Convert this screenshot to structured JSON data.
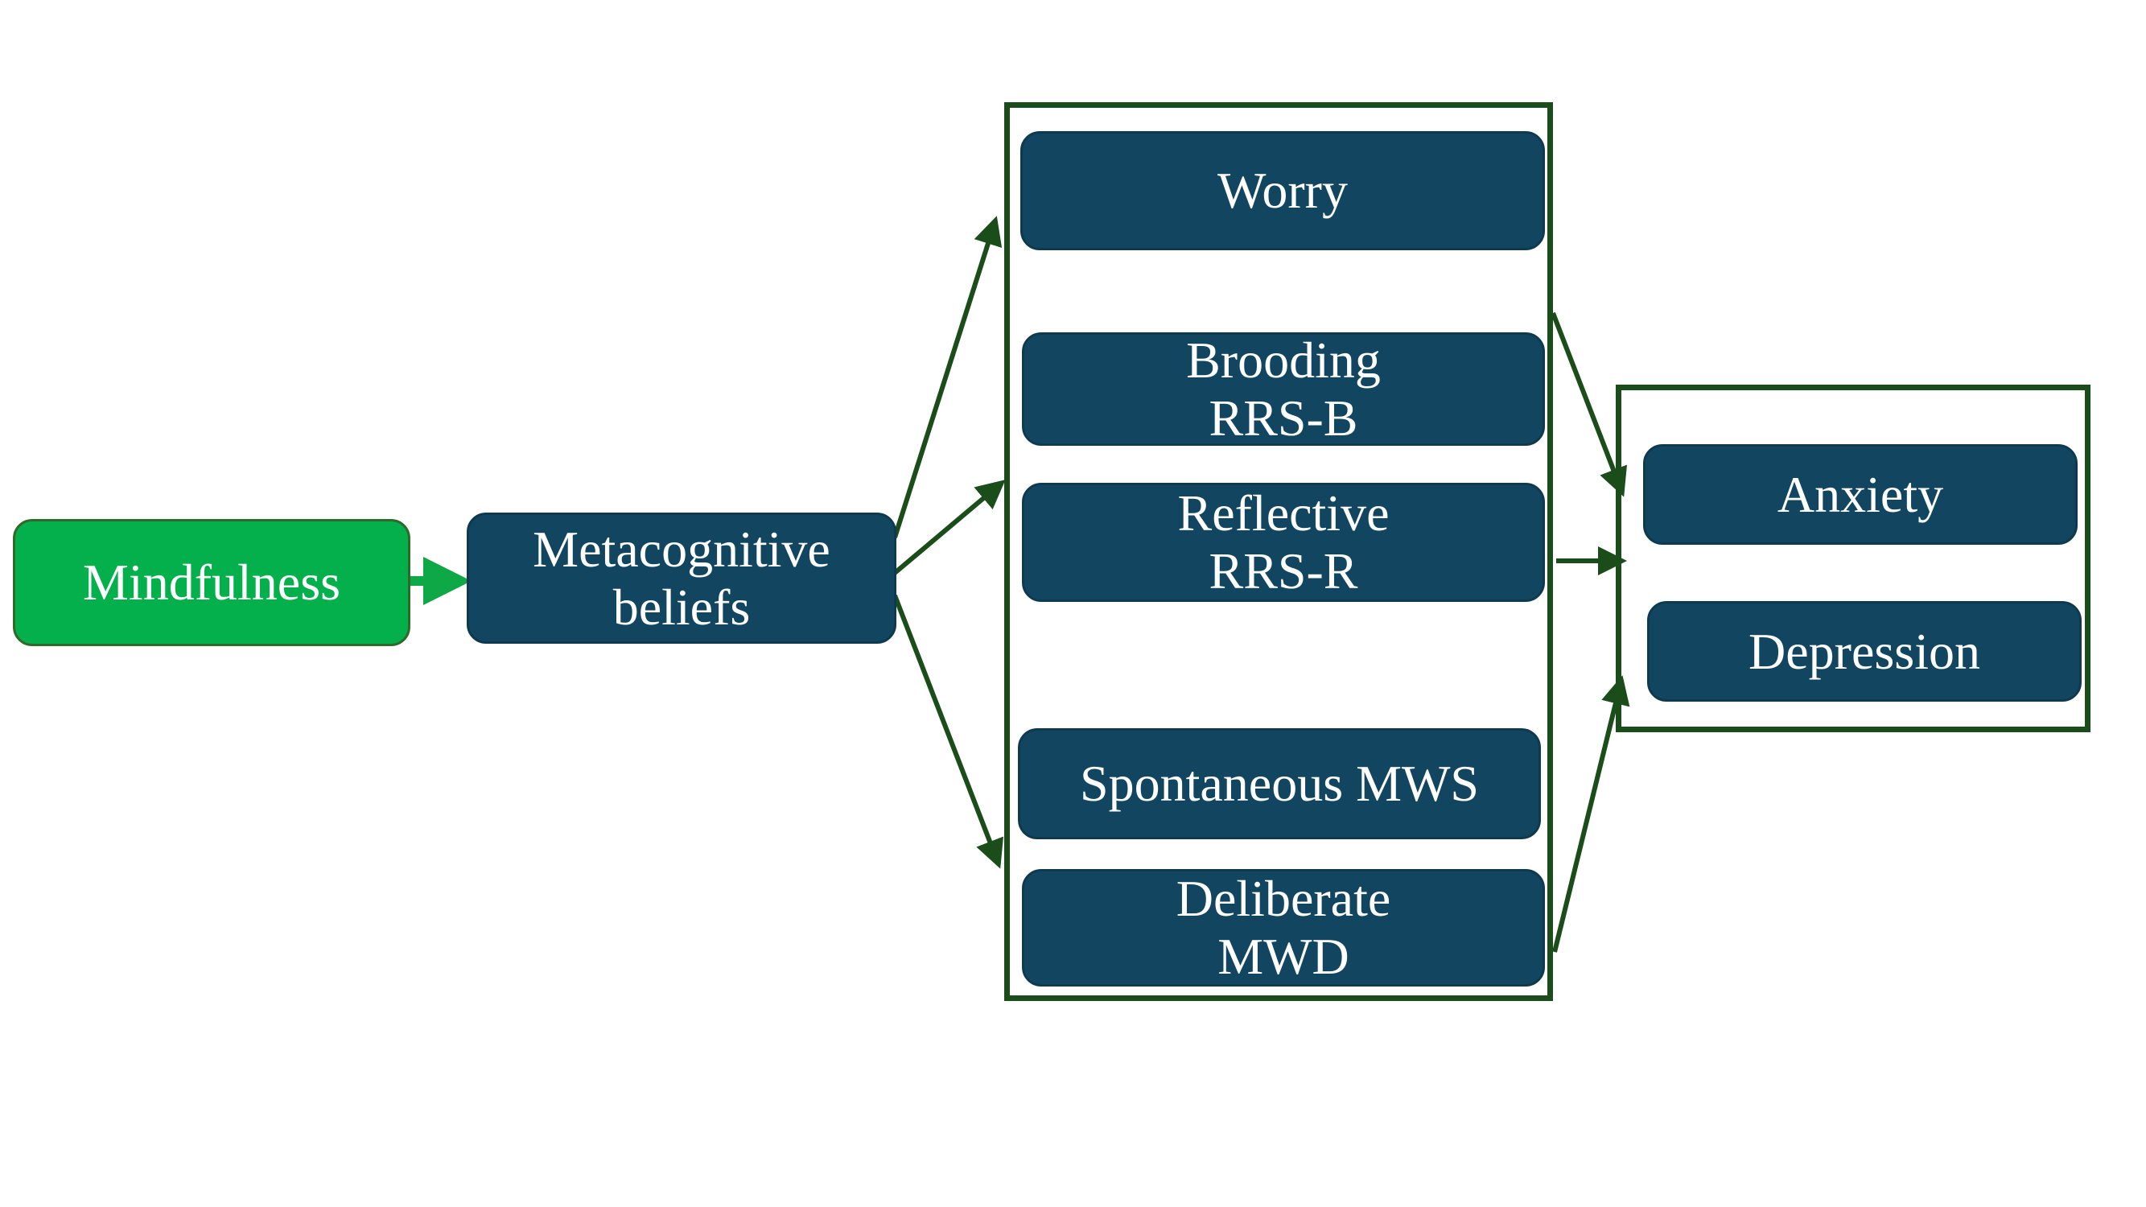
{
  "nodes": {
    "mindfulness": {
      "lines": [
        "Mindfulness"
      ]
    },
    "metacognitive": {
      "lines": [
        "Metacognitive",
        "beliefs"
      ]
    },
    "worry": {
      "lines": [
        "Worry"
      ]
    },
    "brooding": {
      "lines": [
        "Brooding",
        "RRS-B"
      ]
    },
    "reflective": {
      "lines": [
        "Reflective",
        "RRS-R"
      ]
    },
    "spontaneous": {
      "lines": [
        "Spontaneous MWS"
      ]
    },
    "deliberate": {
      "lines": [
        "Deliberate",
        "MWD"
      ]
    },
    "anxiety": {
      "lines": [
        "Anxiety"
      ]
    },
    "depression": {
      "lines": [
        "Depression"
      ]
    }
  },
  "colors": {
    "node_fill": "#124660",
    "source_fill": "#04b04b",
    "source_arrow": "#0fa846",
    "frame_and_arrows": "#1a4d1a",
    "text": "#ffffff"
  }
}
